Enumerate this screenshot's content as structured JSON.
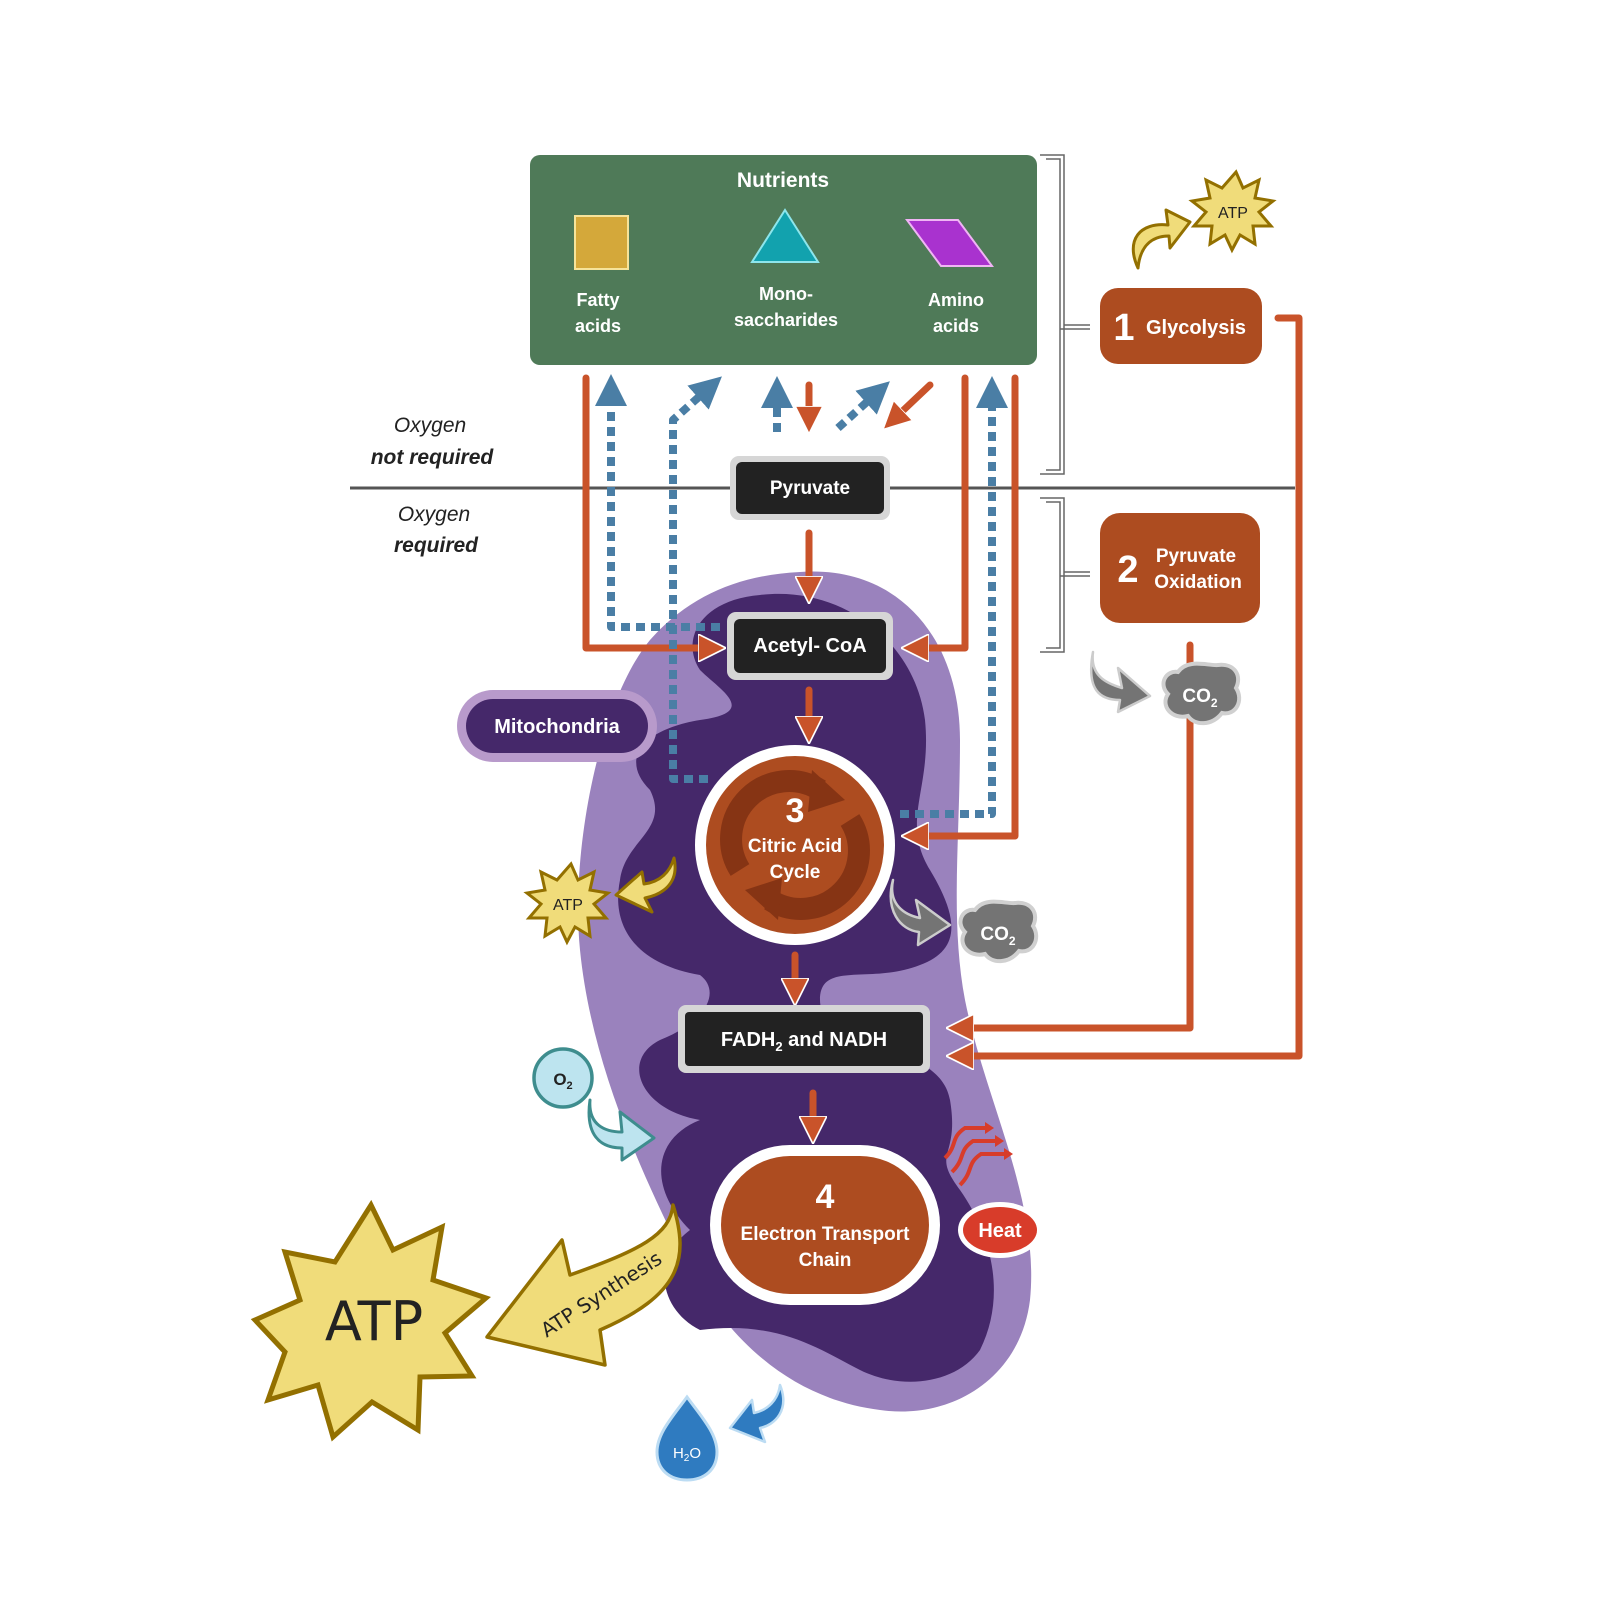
{
  "nutrients": {
    "title": "Nutrients",
    "items": [
      {
        "label_line1": "Fatty",
        "label_line2": "acids",
        "shape": "square",
        "color": "#d4a83a"
      },
      {
        "label_line1": "Mono-",
        "label_line2": "saccharides",
        "shape": "triangle",
        "color": "#12a2ae"
      },
      {
        "label_line1": "Amino",
        "label_line2": "acids",
        "shape": "parallelogram",
        "color": "#a932cf"
      }
    ]
  },
  "zones": {
    "upper_line1": "Oxygen",
    "upper_line2": "not required",
    "lower_line1": "Oxygen",
    "lower_line2": "required"
  },
  "stages": [
    {
      "number": "1",
      "label_line1": "Glycolysis",
      "label_line2": ""
    },
    {
      "number": "2",
      "label_line1": "Pyruvate",
      "label_line2": "Oxidation"
    },
    {
      "number": "3",
      "label_line1": "Citric Acid",
      "label_line2": "Cycle"
    },
    {
      "number": "4",
      "label_line1": "Electron Transport",
      "label_line2": "Chain"
    }
  ],
  "intermediates": {
    "pyruvate": "Pyruvate",
    "acetyl_coa": "Acetyl- CoA",
    "fadh2_prefix": "FADH",
    "fadh2_sub": "2",
    "fadh2_suffix": " and NADH"
  },
  "organelle_label": "Mitochondria",
  "products": {
    "atp_small": "ATP",
    "atp_large": "ATP",
    "atp_synthesis": "ATP Synthesis",
    "co2_main": "CO",
    "co2_sub": "2",
    "o2_main": "O",
    "o2_sub": "2",
    "h2o_h": "H",
    "h2o_sub": "2",
    "h2o_o": "O",
    "heat": "Heat"
  },
  "colors": {
    "nutrient_box": "#4f7a58",
    "stage": "#ad4c20",
    "arrow_solid": "#c9532a",
    "arrow_dashed": "#4a7ea5",
    "mito_outer": "#9a82bd",
    "mito_inner": "#45286a",
    "atp_fill": "#f0dc7a",
    "atp_stroke": "#937000",
    "co2": "#747474",
    "o2": "#bde4ef",
    "water": "#2f7bc0",
    "heat": "#d83c2a",
    "dark_box": "#222222"
  }
}
